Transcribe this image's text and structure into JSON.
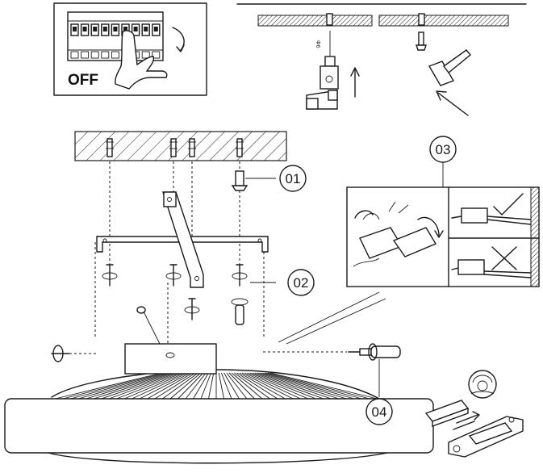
{
  "power_panel": {
    "state_label": "OFF"
  },
  "step_labels": {
    "step1": "01",
    "step2": "02",
    "step3": "03",
    "step4": "04"
  },
  "drill_bit_label": "Φ6"
}
